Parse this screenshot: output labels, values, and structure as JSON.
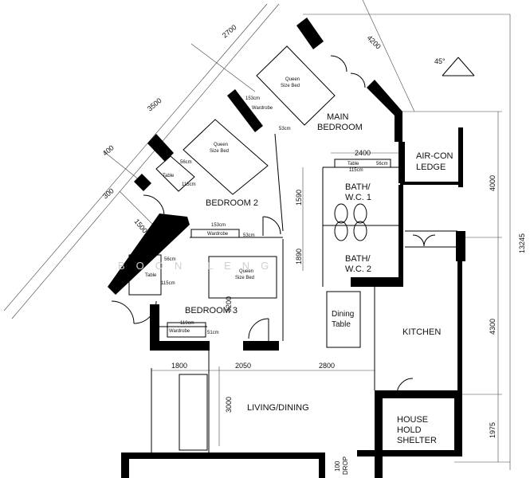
{
  "rooms": {
    "main_bedroom": [
      "MAIN",
      "BEDROOM"
    ],
    "bedroom2": "BEDROOM  2",
    "bedroom3": "BEDROOM  3",
    "bath1": [
      "BATH/",
      "W.C. 1"
    ],
    "bath2": [
      "BATH/",
      "W.C. 2"
    ],
    "aircon": [
      "AIR-CON",
      "LEDGE"
    ],
    "kitchen": "KITCHEN",
    "living": "LIVING/DINING",
    "shelter": [
      "HOUSE",
      "HOLD",
      "SHELTER"
    ],
    "dining_table": [
      "Dining",
      "Table"
    ],
    "drop": [
      "100",
      "DROP"
    ]
  },
  "furniture": {
    "bed_main": [
      "Queen",
      "Size Bed"
    ],
    "bed2": [
      "Queen",
      "Size Bed"
    ],
    "bed3": [
      "Queen",
      "Size Bed"
    ],
    "wardrobe_main": "Wardrobe",
    "wardrobe_main_w": "153cm",
    "wardrobe_main_d": "53cm",
    "table2": "Table",
    "table2_w": "56cm",
    "table2_l": "115cm",
    "wardrobe2": "Wardrobe",
    "wardrobe2_w": "153cm",
    "wardrobe2_d": "53cm",
    "table3": "Table",
    "table3_w": "56cm",
    "table3_l": "115cm",
    "wardrobe3": "Wardrobe",
    "wardrobe3_w": "119cm",
    "wardrobe3_d": "51cm",
    "table_bath": "Table",
    "table_bath_w": "56cm",
    "table_bath_l": "115cm"
  },
  "dimensions": {
    "d2700": "2700",
    "d4200": "4200",
    "d3500": "3500",
    "d400": "400",
    "d300": "300",
    "d1500": "1500",
    "d2400": "2400",
    "d1590": "1590",
    "d1890": "1890",
    "d3200": "3200",
    "d1800": "1800",
    "d2050": "2050",
    "d2800": "2800",
    "d3000": "3000",
    "d4000": "4000",
    "d4300": "4300",
    "d1975": "1975",
    "d13245": "13245",
    "angle": "45°"
  },
  "watermark": "BOON LENG"
}
